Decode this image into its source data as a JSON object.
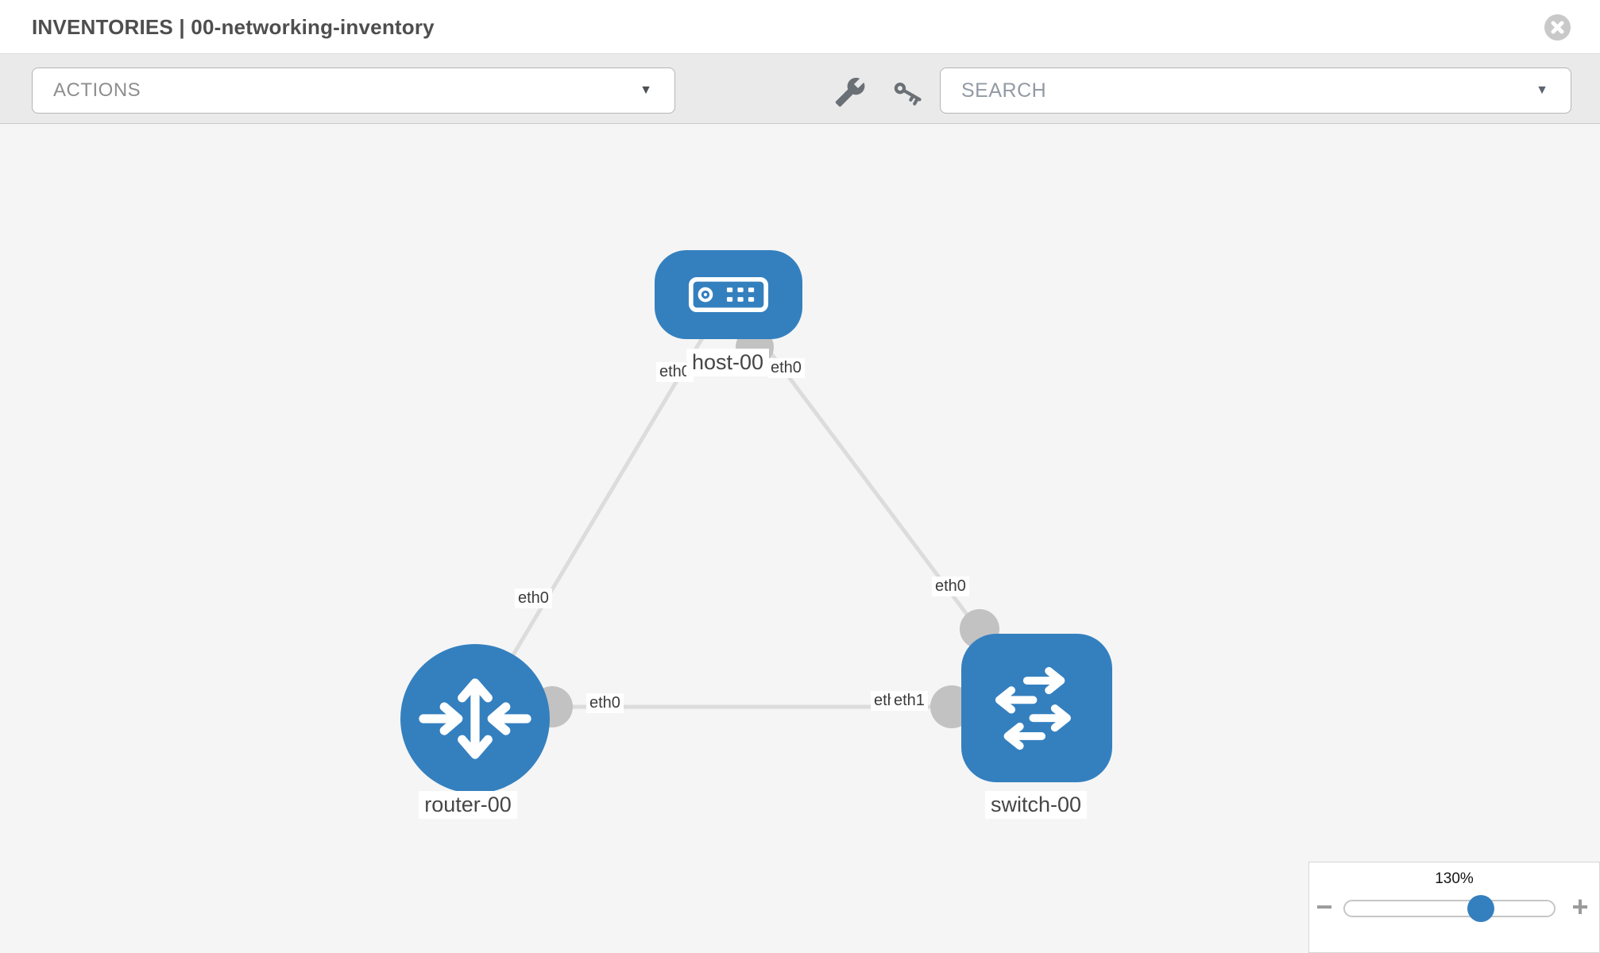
{
  "header": {
    "title": "INVENTORIES | 00-networking-inventory"
  },
  "toolbar": {
    "actions_label": "ACTIONS",
    "search_placeholder": "SEARCH",
    "icons": [
      "wrench-icon",
      "key-icon"
    ]
  },
  "topology": {
    "nodes": [
      {
        "label": "host-00",
        "type": "host"
      },
      {
        "label": "router-00",
        "type": "router"
      },
      {
        "label": "switch-00",
        "type": "switch"
      }
    ],
    "links": [
      {
        "from": "host-00",
        "to": "router-00"
      },
      {
        "from": "host-00",
        "to": "switch-00"
      },
      {
        "from": "router-00",
        "to": "switch-00"
      }
    ],
    "interfaces": {
      "host_left": "eth0",
      "host_right": "eth0",
      "host_router_mid": "eth0",
      "host_switch_mid": "eth0",
      "router_right": "eth0",
      "switch_left_back": "eth0",
      "switch_left_front": "eth1"
    }
  },
  "zoom_control": {
    "value": "130%",
    "minus_label": "−",
    "plus_label": "+"
  },
  "colors": {
    "node_blue": "#3480bf",
    "link_gray": "#dcdcdc",
    "port_gray": "#c2c2c2",
    "toolbar_bg": "#eaeaea",
    "canvas_bg": "#f5f5f5",
    "close_btn_gray": "#c9c9c9"
  }
}
